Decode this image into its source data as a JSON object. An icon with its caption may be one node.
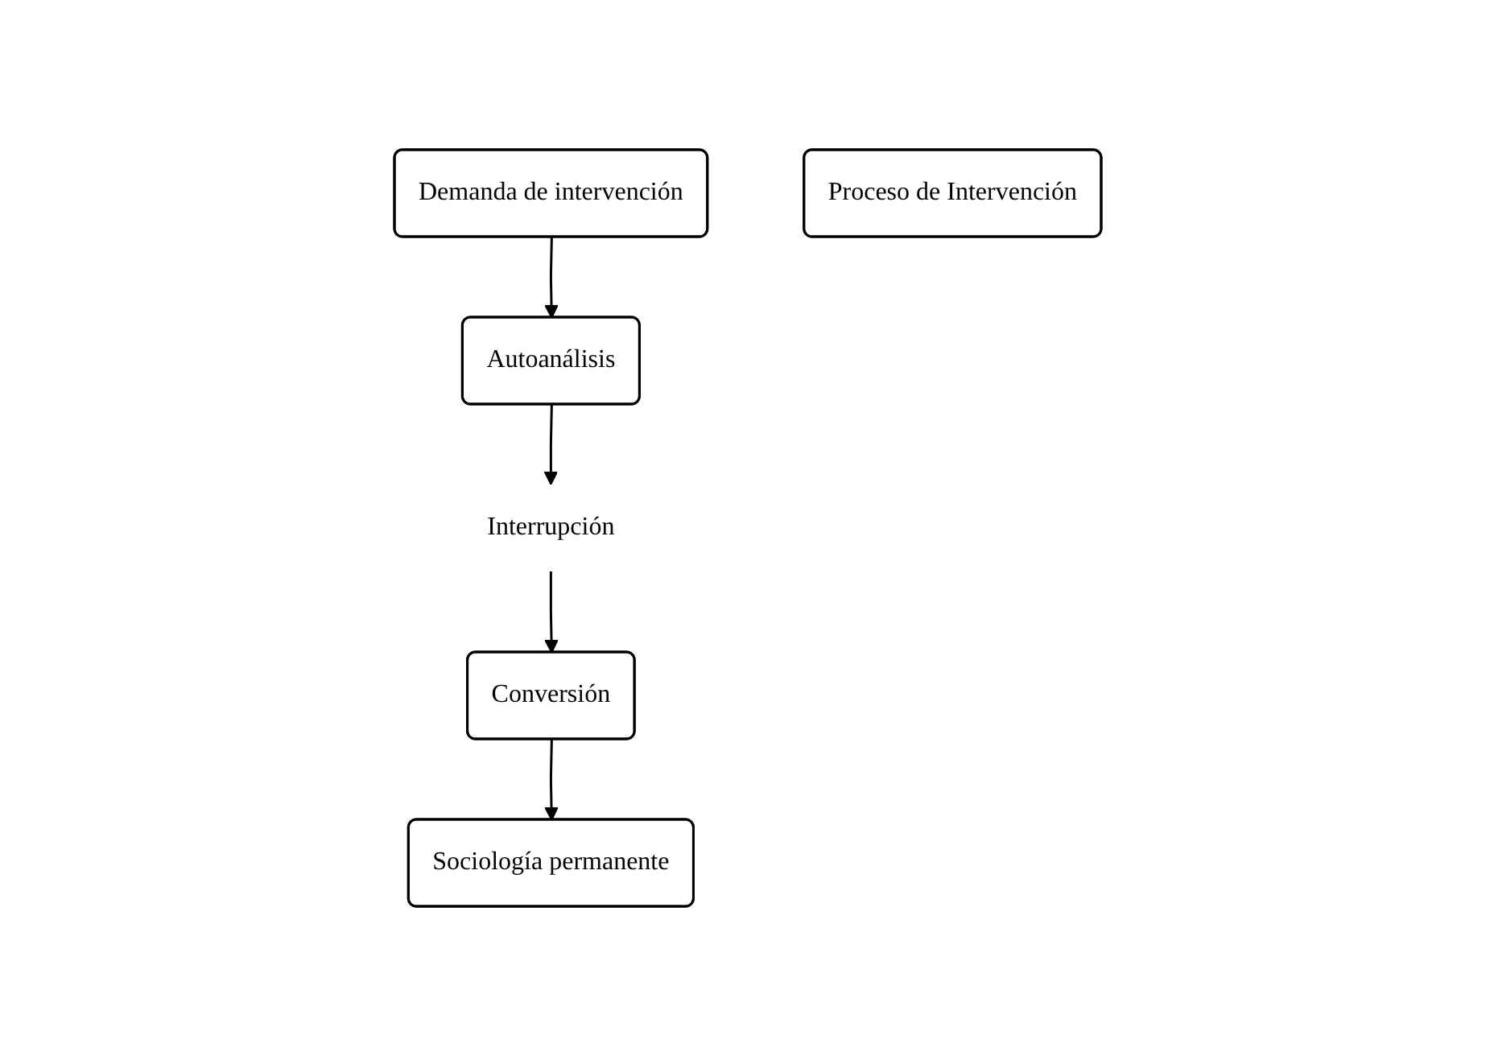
{
  "diagram": {
    "nodes": [
      {
        "text": [
          "Demanda de intervención"
        ]
      },
      {
        "text": [
          "Autoanálisis"
        ]
      },
      {
        "text": [
          "Interrupción"
        ]
      },
      {
        "text": [
          "Conversión"
        ]
      },
      {
        "text": [
          "Sociología permanente"
        ]
      },
      {
        "text": [
          "Proceso de Intervención"
        ]
      }
    ],
    "edges": [
      {
        "from": 0,
        "to": 1,
        "arrow": "to"
      },
      {
        "from": 1,
        "to": 2,
        "arrow": "to"
      },
      {
        "from": 2,
        "to": 3,
        "arrow": "to"
      },
      {
        "from": 3,
        "to": 4,
        "arrow": "to"
      }
    ]
  }
}
